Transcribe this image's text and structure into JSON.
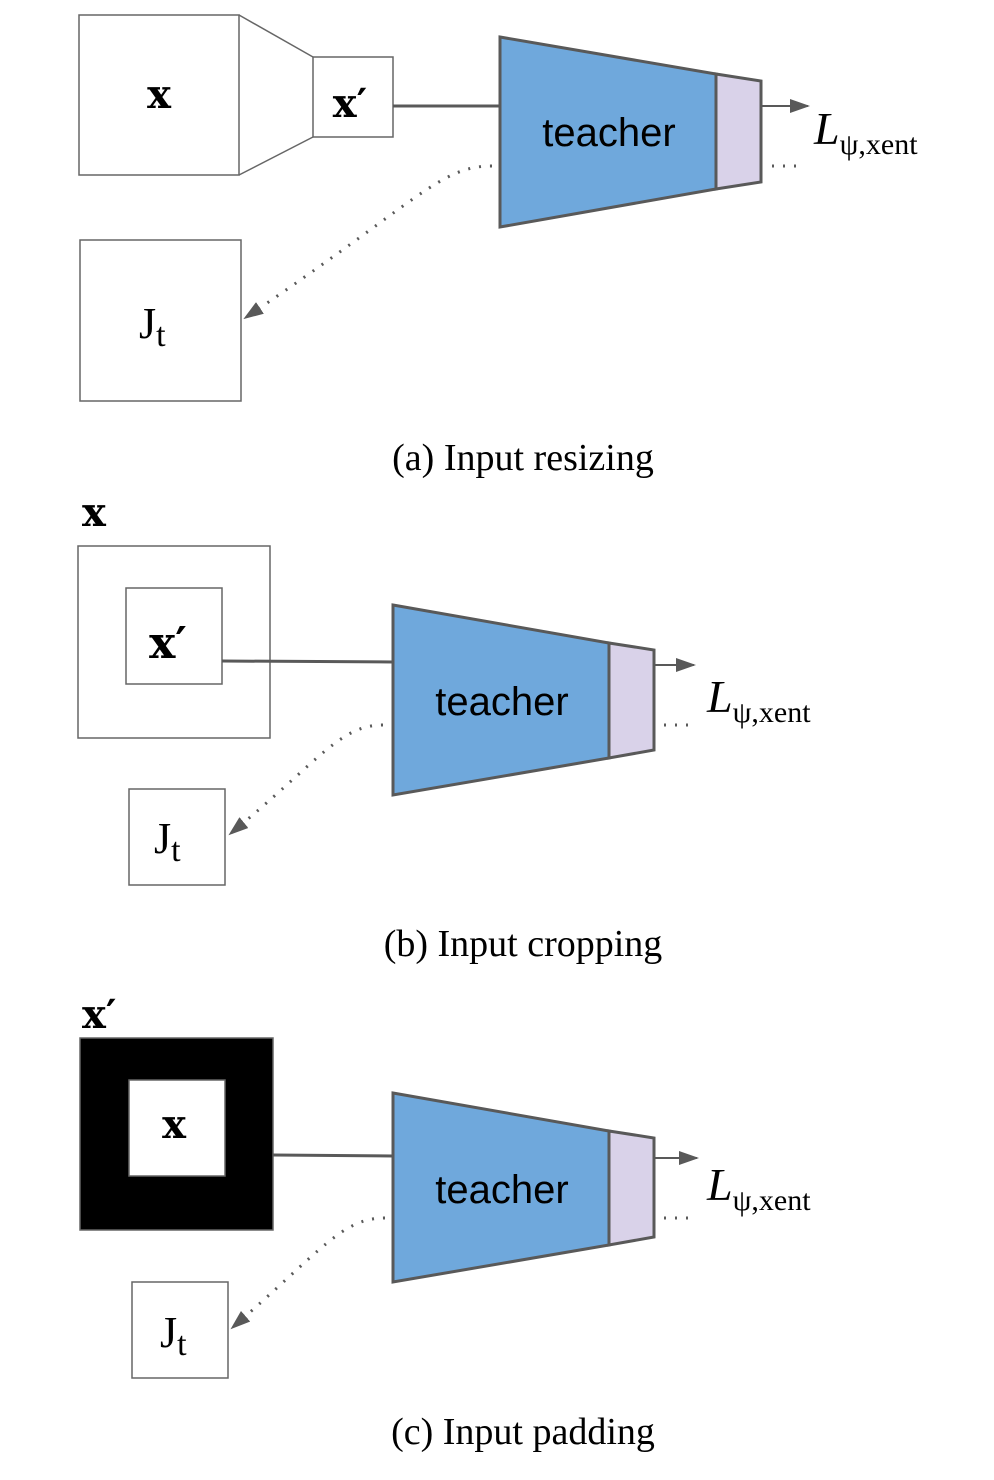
{
  "colors": {
    "teacher_fill": "#6fa8dc",
    "head_fill": "#d9d2e9",
    "stroke": "#595959",
    "padding_fill": "#000000",
    "box_stroke": "#666666"
  },
  "panels": [
    {
      "id": "a",
      "caption": "(a) Input resizing",
      "input_label": "x",
      "resized_label": "x′",
      "model_label": "teacher",
      "loss_label_main": "L",
      "loss_label_sub": "ψ,xent",
      "output_label_main": "J",
      "output_label_sub": "t"
    },
    {
      "id": "b",
      "caption": "(b) Input cropping",
      "input_label": "x",
      "resized_label": "x′",
      "model_label": "teacher",
      "loss_label_main": "L",
      "loss_label_sub": "ψ,xent",
      "output_label_main": "J",
      "output_label_sub": "t"
    },
    {
      "id": "c",
      "caption": "(c) Input padding",
      "input_label": "x",
      "resized_label": "x′",
      "model_label": "teacher",
      "loss_label_main": "L",
      "loss_label_sub": "ψ,xent",
      "output_label_main": "J",
      "output_label_sub": "t"
    }
  ]
}
